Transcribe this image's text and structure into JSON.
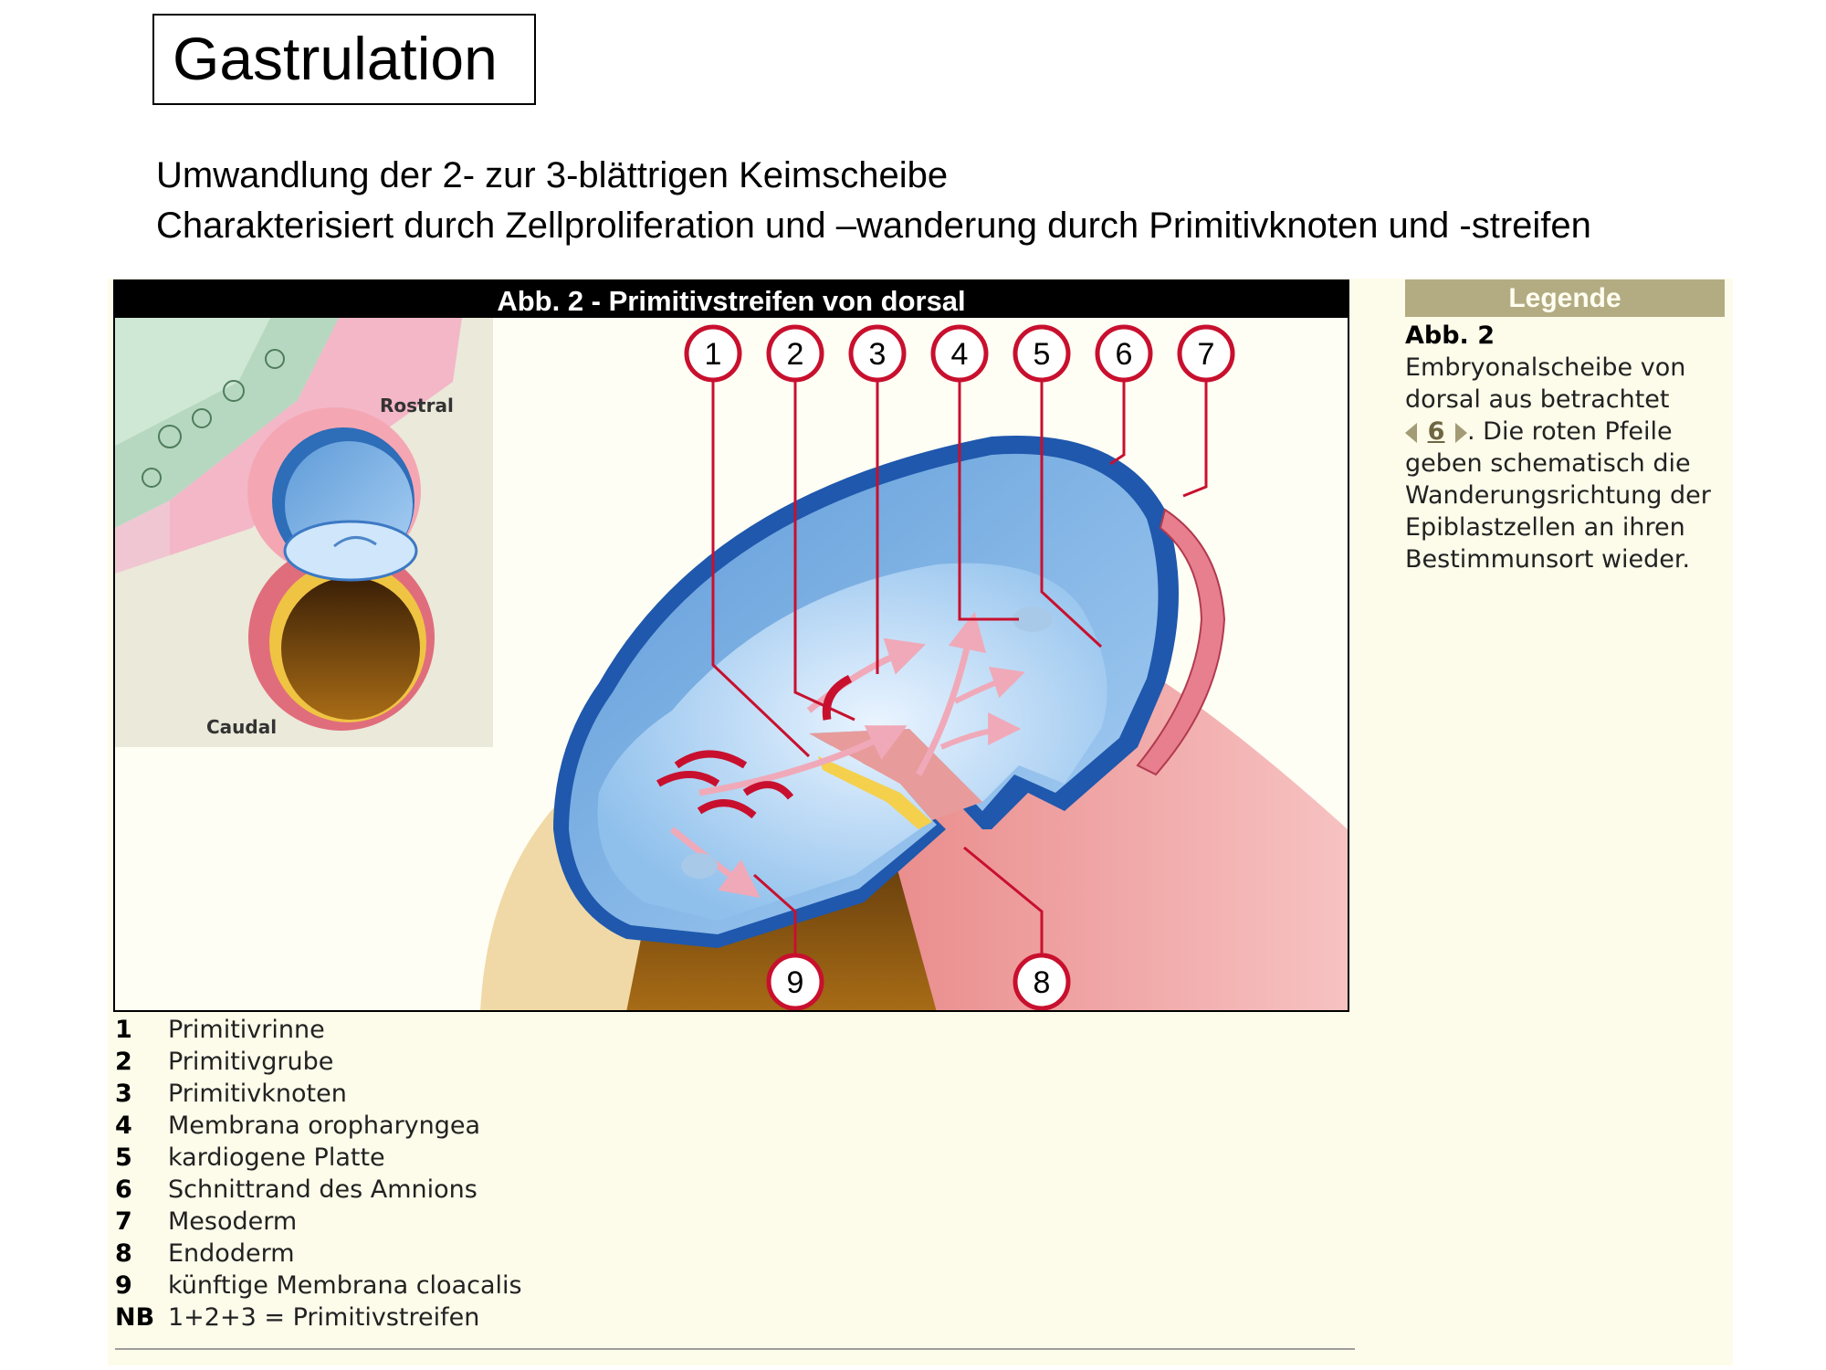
{
  "title": "Gastrulation",
  "subtitle_lines": [
    "Umwandlung der 2- zur 3-blättrigen Keimscheibe",
    "Charakterisiert durch Zellproliferation und –wanderung durch Primitivknoten und -streifen"
  ],
  "figure": {
    "header": "Abb. 2 - Primitivstreifen von dorsal",
    "inset_labels": {
      "rostral": "Rostral",
      "caudal": "Caudal"
    },
    "callouts": [
      "1",
      "2",
      "3",
      "4",
      "5",
      "6",
      "7",
      "8",
      "9"
    ]
  },
  "legend_items": [
    {
      "num": "1",
      "text": "Primitivrinne"
    },
    {
      "num": "2",
      "text": "Primitivgrube"
    },
    {
      "num": "3",
      "text": "Primitivknoten"
    },
    {
      "num": "4",
      "text": "Membrana oropharyngea"
    },
    {
      "num": "5",
      "text": "kardiogene Platte"
    },
    {
      "num": "6",
      "text": "Schnittrand des Amnions"
    },
    {
      "num": "7",
      "text": "Mesoderm"
    },
    {
      "num": "8",
      "text": "Endoderm"
    },
    {
      "num": "9",
      "text": "künftige Membrana cloacalis"
    },
    {
      "num": "NB",
      "text": "1+2+3 = Primitivstreifen"
    }
  ],
  "sidebar": {
    "header": "Legende",
    "fig_ref": "Abb. 2",
    "text_before": "Embryonalscheibe von dorsal aus betrachtet",
    "nav_number": "6",
    "text_after": ". Die roten Pfeile geben schematisch die Wanderungsrichtung der Epiblastzellen an ihren Bestimmunsort wieder."
  },
  "colors": {
    "callout_ring": "#c8102e",
    "ectoderm_blue": "#7fb6e8",
    "amnion_pink": "#f2b3b3",
    "yolk_brown": "#7a4a12",
    "legend_header": "#b3ac83"
  }
}
